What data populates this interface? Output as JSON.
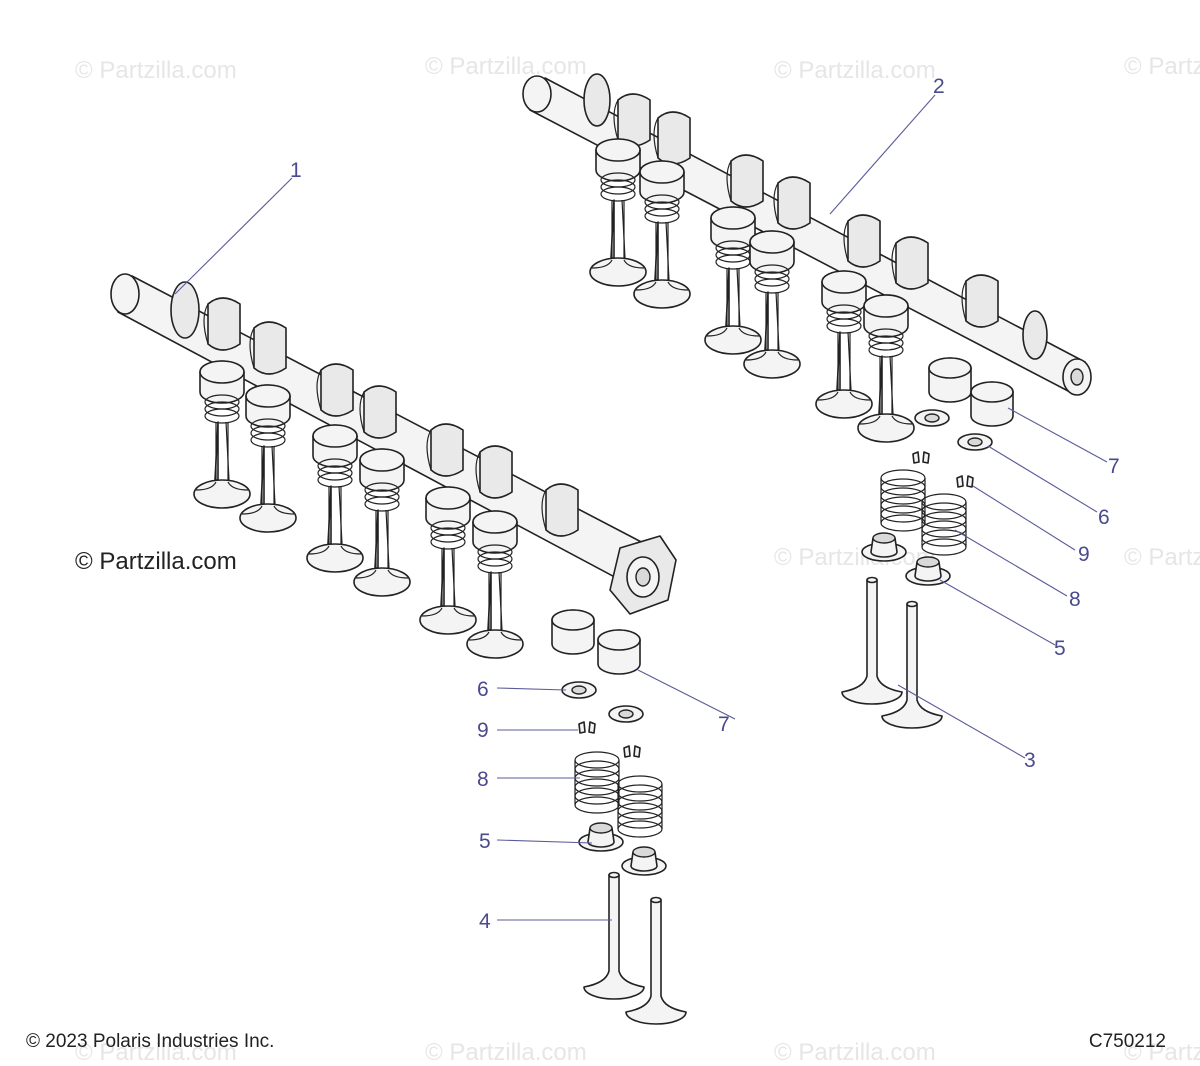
{
  "watermark": "© Partzilla.com",
  "credit": "© Partzilla.com",
  "copyright": "© 2023 Polaris Industries Inc.",
  "drawing_code": "C750212",
  "callouts": {
    "c1": "1",
    "c2": "2",
    "c3": "3",
    "c4": "4",
    "c5a": "5",
    "c5b": "5",
    "c6a": "6",
    "c6b": "6",
    "c7a": "7",
    "c7b": "7",
    "c8a": "8",
    "c8b": "8",
    "c9a": "9",
    "c9b": "9"
  },
  "colors": {
    "callout": "#4a4a8e",
    "line": "#222222",
    "watermark": "#e6e6e6"
  }
}
